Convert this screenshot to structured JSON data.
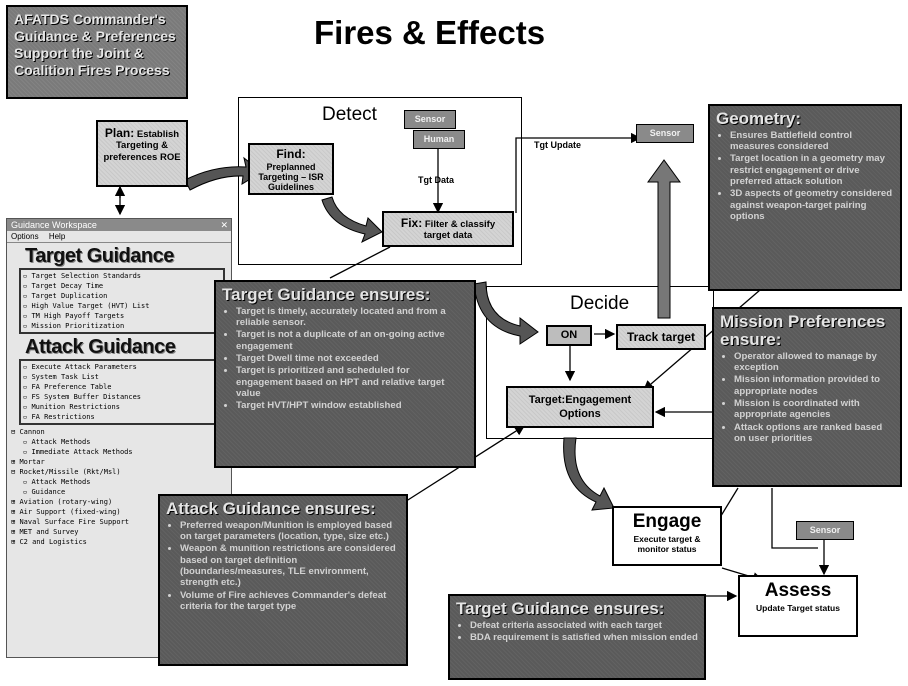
{
  "title": "Fires & Effects",
  "header_box": "AFATDS Commander's Guidance & Preferences Support the Joint & Coalition Fires Process",
  "plan": {
    "head": "Plan:",
    "text": "Establish Targeting & preferences ROE"
  },
  "detect": {
    "label": "Detect",
    "sensor": "Sensor",
    "human": "Human",
    "tgt_data": "Tgt Data",
    "find_head": "Find:",
    "find_text": "Preplanned Targeting – ISR Guidelines",
    "fix_head": "Fix:",
    "fix_text": "Filter & classify target data"
  },
  "tgt_update": "Tgt Update",
  "sensor_top": "Sensor",
  "decide": {
    "label": "Decide",
    "on": "ON",
    "track": "Track target",
    "engagement": "Target:Engagement Options"
  },
  "engage": {
    "title": "Engage",
    "text": "Execute target & monitor status"
  },
  "assess": {
    "title": "Assess",
    "text": "Update Target status"
  },
  "sensor_bottom": "Sensor",
  "geometry": {
    "title": "Geometry:",
    "items": [
      "Ensures Battlefield control measures considered",
      "Target location in a geometry may restrict engagement or drive preferred attack solution",
      "3D aspects of geometry considered against weapon-target pairing options"
    ]
  },
  "mission_pref": {
    "title": "Mission Preferences ensure:",
    "items": [
      "Operator allowed to manage by exception",
      "Mission information provided to appropriate nodes",
      "Mission is coordinated with appropriate agencies",
      "Attack options are ranked based on user priorities"
    ]
  },
  "target_guidance_1": {
    "title": "Target Guidance ensures:",
    "items": [
      "Target is timely, accurately located and from a reliable sensor.",
      "Target is not a duplicate of an on-going active engagement",
      "Target Dwell time not exceeded",
      "Target is prioritized and scheduled for engagement based on HPT and relative target value",
      "Target HVT/HPT window established"
    ]
  },
  "attack_guidance": {
    "title": "Attack Guidance ensures:",
    "items": [
      "Preferred weapon/Munition is employed based on target parameters (location, type, size etc.)",
      "Weapon & munition restrictions are considered based on target definition (boundaries/measures, TLE environment, strength etc.)",
      "Volume of Fire achieves Commander's defeat criteria for the target type"
    ]
  },
  "target_guidance_2": {
    "title": "Target Guidance ensures:",
    "items": [
      "Defeat criteria associated with each target",
      "BDA requirement is satisfied when mission ended"
    ]
  },
  "workspace": {
    "title": "Guidance Workspace",
    "menu": [
      "Options",
      "Help"
    ],
    "target_guidance_label": "Target Guidance",
    "attack_guidance_label": "Attack Guidance",
    "target_items": [
      "Target Selection Standards",
      "Target Decay Time",
      "Target Duplication",
      "High Value Target (HVT) List",
      "TM High Payoff Targets",
      "Mission Prioritization"
    ],
    "attack_items": [
      "Execute Attack Parameters",
      "System Task List",
      "FA Preference Table",
      "FS System Buffer Distances",
      "Munition Restrictions",
      "FA Restrictions"
    ],
    "cannon": "Cannon",
    "cannon_items": [
      "Attack Methods",
      "Immediate Attack Methods"
    ],
    "mortar": "Mortar",
    "rocket": "Rocket/Missile (Rkt/Msl)",
    "rocket_items": [
      "Attack Methods",
      "Guidance"
    ],
    "others": [
      "Aviation (rotary-wing)",
      "Air Support (fixed-wing)",
      "Naval Surface Fire Support",
      "MET and Survey",
      "C2 and Logistics"
    ]
  },
  "colors": {
    "dark_panel": "#5a5a5a",
    "light_box": "#d4d4d4",
    "sensor": "#8a8a8a"
  }
}
